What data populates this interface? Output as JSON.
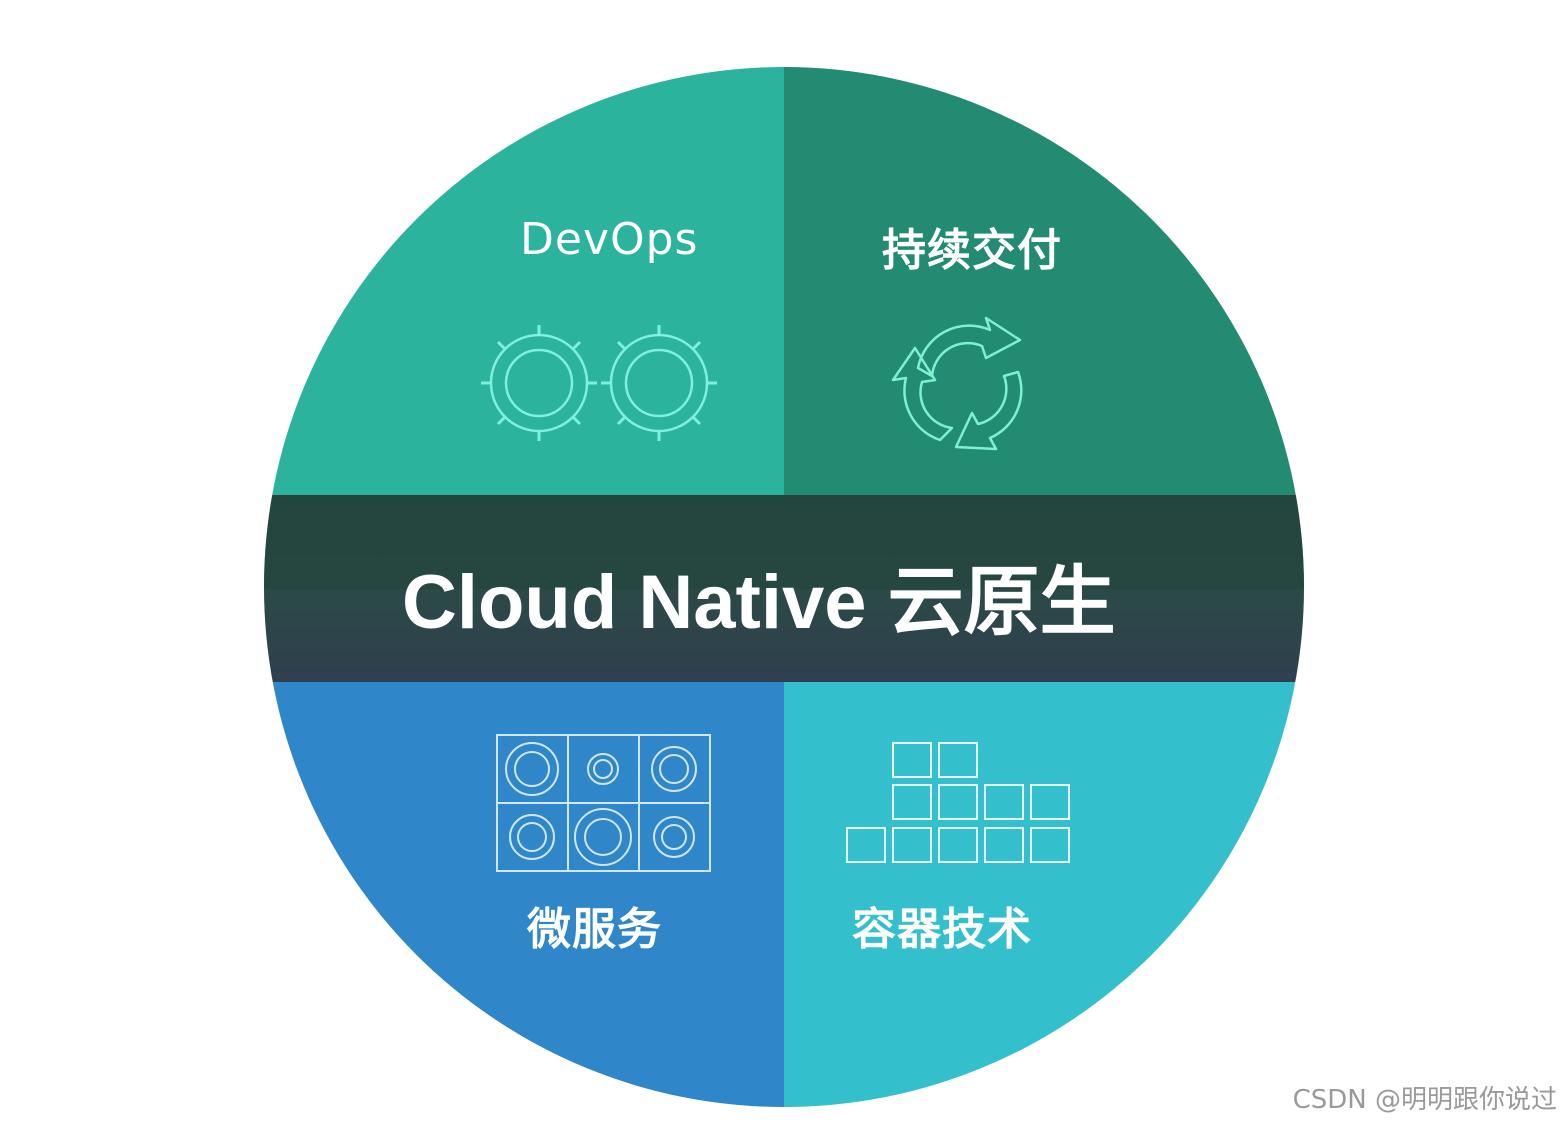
{
  "diagram": {
    "center_title": "Cloud Native 云原生",
    "quadrants": [
      {
        "label": "DevOps",
        "icon": "gears-icon",
        "color": "#2bb39e"
      },
      {
        "label": "持续交付",
        "icon": "cycle-arrows-icon",
        "color": "#228b71"
      },
      {
        "label": "微服务",
        "icon": "microservice-grid-icon",
        "color": "#2f86c8"
      },
      {
        "label": "容器技术",
        "icon": "container-blocks-icon",
        "color": "#34bfcc"
      }
    ],
    "band_color": "#2c4346"
  },
  "watermark": "CSDN @明明跟你说过"
}
